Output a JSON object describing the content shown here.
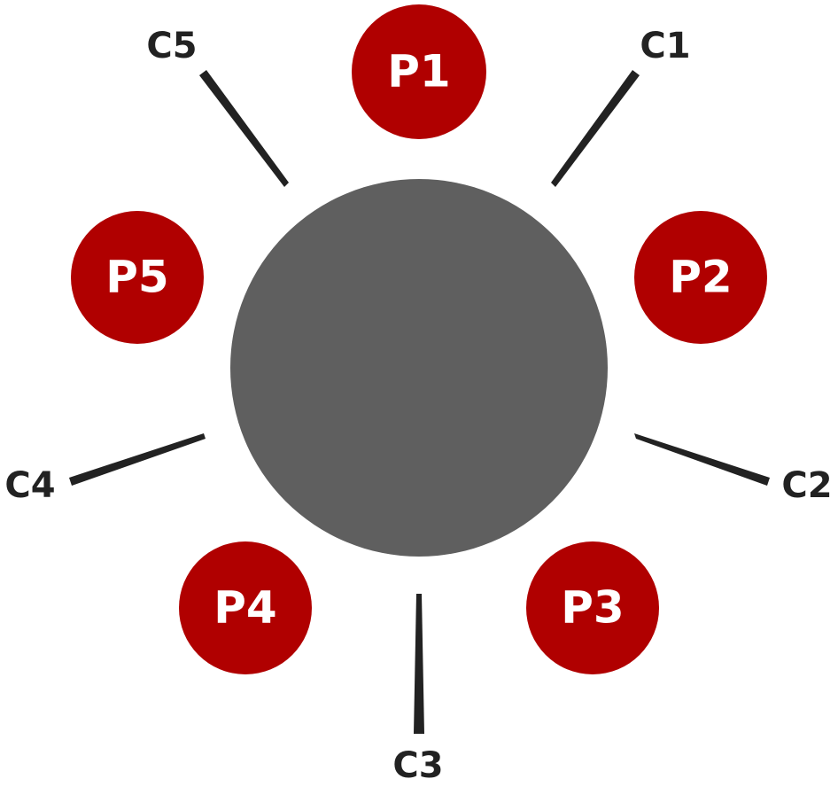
{
  "colors": {
    "table": "#5f5f5f",
    "philosopher": "#b00000",
    "philosopher_text": "#ffffff",
    "chopstick": "#222222",
    "chopstick_label": "#222222",
    "background": "#ffffff"
  },
  "philosophers": [
    {
      "label": "P1"
    },
    {
      "label": "P2"
    },
    {
      "label": "P3"
    },
    {
      "label": "P4"
    },
    {
      "label": "P5"
    }
  ],
  "chopsticks": [
    {
      "label": "C1"
    },
    {
      "label": "C2"
    },
    {
      "label": "C3"
    },
    {
      "label": "C4"
    },
    {
      "label": "C5"
    }
  ]
}
